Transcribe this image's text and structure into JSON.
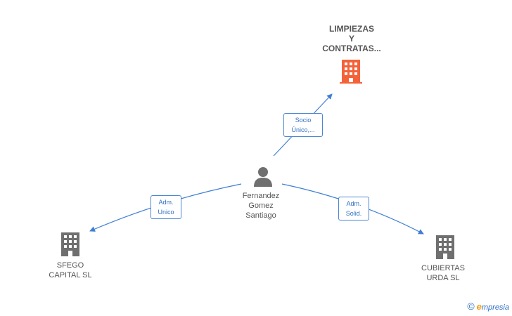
{
  "colors": {
    "edge": "#3f7fd4",
    "company_main": "#f4623a",
    "company": "#6f6f6f",
    "person": "#6f6f6f"
  },
  "nodes": {
    "top_company": {
      "label": "LIMPIEZAS\nY\nCONTRATAS...",
      "icon": "building-icon"
    },
    "person": {
      "label": "Fernandez\nGomez\nSantiago",
      "icon": "person-icon"
    },
    "left_company": {
      "label": "SFEGO\nCAPITAL SL",
      "icon": "building-icon"
    },
    "right_company": {
      "label": "CUBIERTAS\nURDA SL",
      "icon": "building-icon"
    }
  },
  "edges": {
    "to_top": "Socio\nÚnico,...",
    "to_left": "Adm.\nUnico",
    "to_right": "Adm.\nSolid."
  },
  "brand": {
    "copyright": "©",
    "e": "e",
    "rest": "mpresia"
  }
}
